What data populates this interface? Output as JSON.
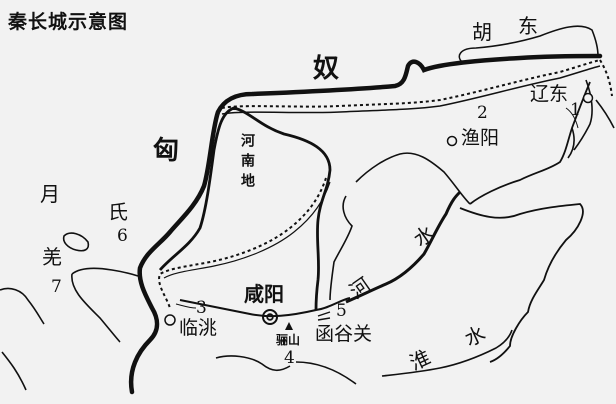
{
  "title": "秦长城示意图",
  "colors": {
    "background": "#f2f2f2",
    "ink": "#111111"
  },
  "regions": {
    "xiongnu_1": "匈",
    "xiongnu_2": "奴",
    "donghu_1": "胡",
    "donghu_2": "东",
    "yuezhi_1": "月",
    "yuezhi_2": "氏",
    "qiang": "羌",
    "henandi": "河南地"
  },
  "rivers": {
    "huanghe_1": "河",
    "huanghe_2": "水",
    "huaishui_1": "淮",
    "huaishui_2": "水"
  },
  "places": {
    "xianyang": "咸阳",
    "lintao": "临洮",
    "yuyang": "渔阳",
    "liaodong": "辽东",
    "lishan": "骊山",
    "hanguguan": "函谷关"
  },
  "markers": {
    "n1": "1",
    "n2": "2",
    "n3": "3",
    "n4": "4",
    "n5": "5",
    "n6": "6",
    "n7": "7"
  },
  "legend_symbols": {
    "qin_wall": "thick solid line",
    "earlier_walls": "crenellated line",
    "capital": "double circle",
    "city": "open circle",
    "mountain": "triangle"
  }
}
